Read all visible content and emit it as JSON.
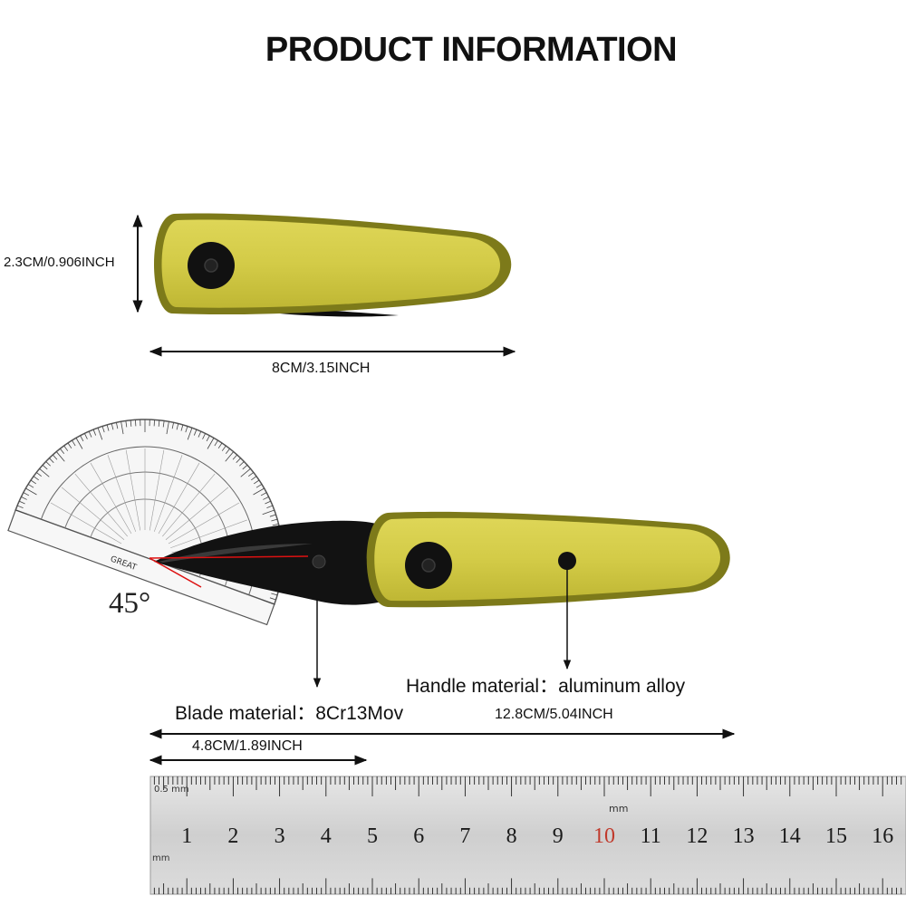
{
  "title": "PRODUCT INFORMATION",
  "dimensions": {
    "height": "2.3CM/0.906INCH",
    "closed_length": "8CM/3.15INCH",
    "open_length": "12.8CM/5.04INCH",
    "blade_length": "4.8CM/1.89INCH"
  },
  "materials": {
    "handle": "Handle material：aluminum alloy",
    "blade": "Blade material：8Cr13Mov"
  },
  "protractor": {
    "angle": "45°",
    "brand": "GREAT"
  },
  "ruler": {
    "unit_label": "mm",
    "half_label": "0.5 mm",
    "numbers": [
      "1",
      "2",
      "3",
      "4",
      "5",
      "6",
      "7",
      "8",
      "9",
      "10",
      "11",
      "12",
      "13",
      "14",
      "15",
      "16"
    ]
  },
  "colors": {
    "handle": "#c9c23a",
    "handle_edge": "#8a861c",
    "blade": "#121212",
    "highlight_number": "#c0392b"
  }
}
